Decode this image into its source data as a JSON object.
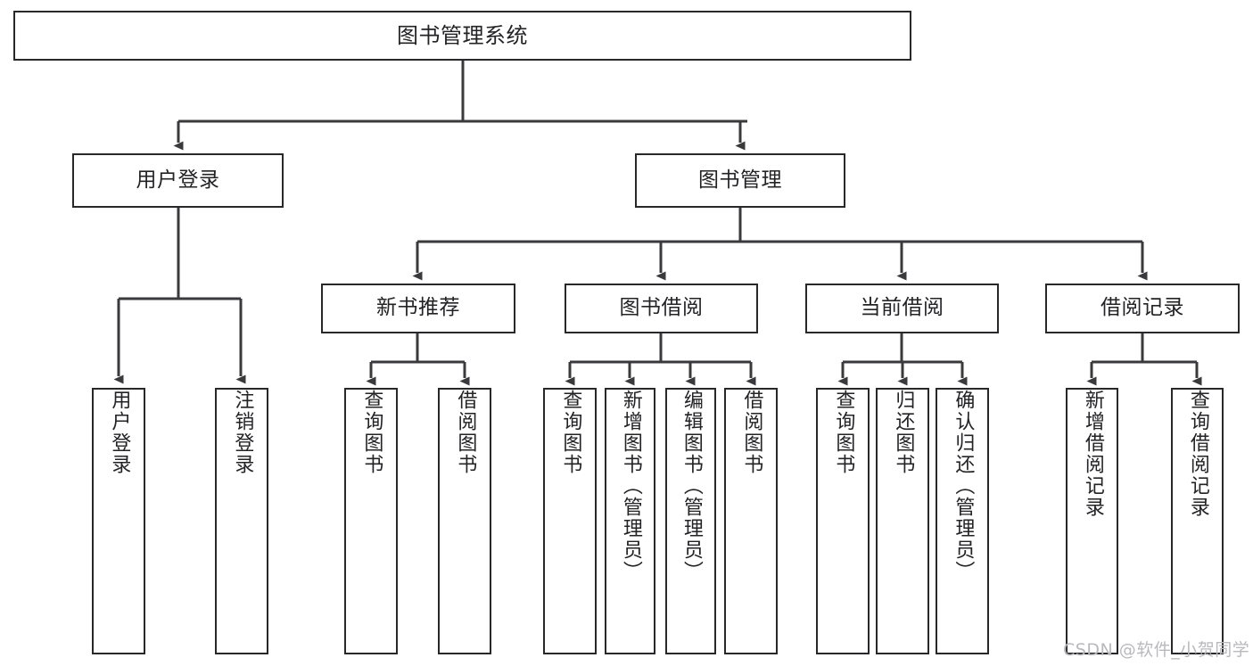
{
  "diagram": {
    "title": "图书管理系统",
    "watermark": "CSDN @软件_小贺同学",
    "colors": {
      "box_border": "#28282b",
      "box_fill": "#ffffff",
      "connector": "#3a3a3d",
      "text": "#232326",
      "watermark": "#b9b9bd"
    },
    "root": {
      "label": "图书管理系统"
    },
    "level2": [
      {
        "label": "用户登录"
      },
      {
        "label": "图书管理"
      }
    ],
    "level3": [
      {
        "label": "新书推荐"
      },
      {
        "label": "图书借阅"
      },
      {
        "label": "当前借阅"
      },
      {
        "label": "借阅记录"
      }
    ],
    "leaves": {
      "user_login": [
        {
          "label": "用户登录"
        },
        {
          "label": "注销登录"
        }
      ],
      "new_book_recommend": [
        {
          "label": "查询图书"
        },
        {
          "label": "借阅图书"
        }
      ],
      "book_borrow": [
        {
          "label": "查询图书"
        },
        {
          "label": "新增图书（管理员）"
        },
        {
          "label": "编辑图书（管理员）"
        },
        {
          "label": "借阅图书"
        }
      ],
      "current_borrow": [
        {
          "label": "查询图书"
        },
        {
          "label": "归还图书"
        },
        {
          "label": "确认归还（管理员）"
        }
      ],
      "borrow_record": [
        {
          "label": "新增借阅记录"
        },
        {
          "label": "查询借阅记录"
        }
      ]
    }
  }
}
